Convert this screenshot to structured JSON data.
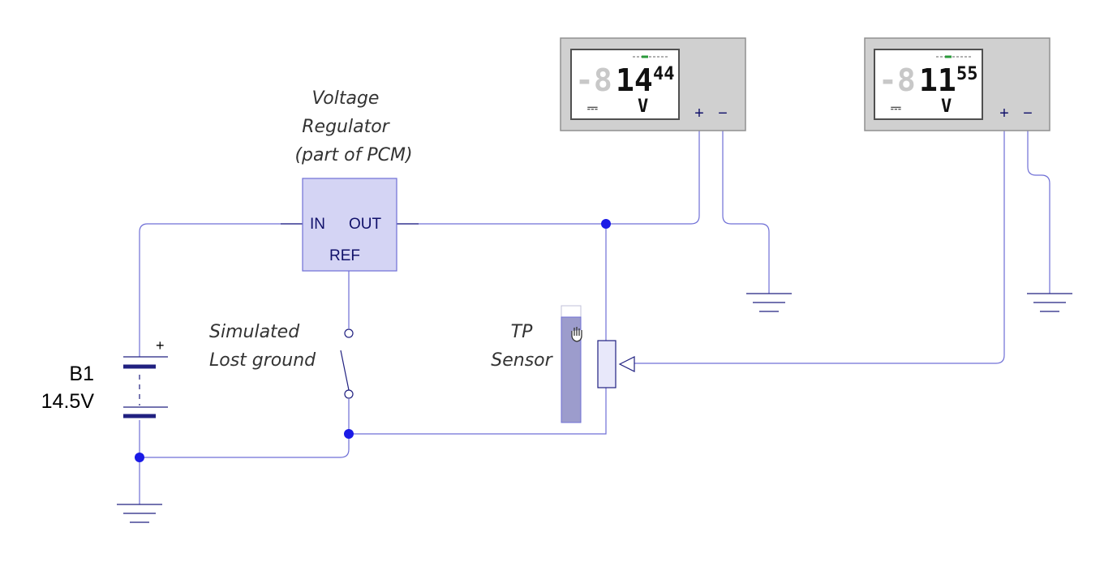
{
  "battery": {
    "name": "B1",
    "voltage": "14.5V",
    "plus_sign": "+"
  },
  "regulator": {
    "title_lines": [
      "Voltage",
      "Regulator",
      "(part of PCM)"
    ],
    "in_label": "IN",
    "out_label": "OUT",
    "ref_label": "REF"
  },
  "switch": {
    "label_lines": [
      "Simulated",
      "Lost ground"
    ]
  },
  "sensor": {
    "label_lines": [
      "TP",
      "Sensor"
    ],
    "slider_level": 0.9
  },
  "meters": [
    {
      "ghost_digit": "-8",
      "reading": "14.44",
      "reading_main": "14",
      "reading_small": "44",
      "unit": "V",
      "dc_symbol": "⎓",
      "plus": "+",
      "minus": "−"
    },
    {
      "ghost_digit": "-8",
      "reading": "11.55",
      "reading_main": "11",
      "reading_small": "55",
      "unit": "V",
      "dc_symbol": "⎓",
      "plus": "+",
      "minus": "−"
    }
  ],
  "colors": {
    "wire": "#6f6fd6",
    "node": "#1a1ae6",
    "component_fill": "#d4d4f4",
    "meter_body": "#d0d0d0",
    "lcd_indicator": "#2a9a3a"
  }
}
